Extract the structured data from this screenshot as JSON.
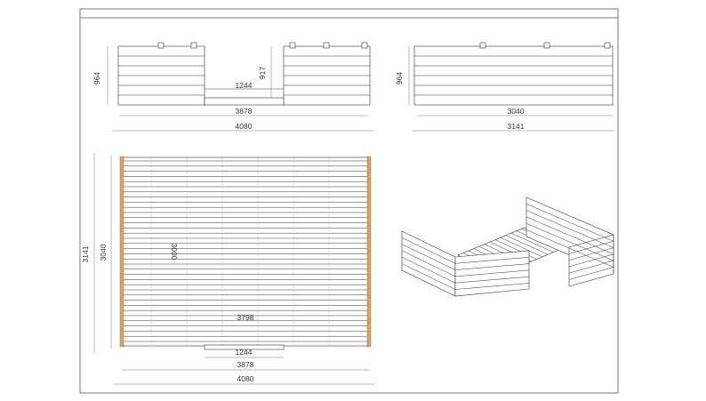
{
  "views": {
    "front": {
      "height_label": "964",
      "inner_height_label": "917",
      "opening_label": "1244",
      "inner_width_label": "3878",
      "outer_width_label": "4080"
    },
    "side": {
      "height_label": "964",
      "inner_width_label": "3040",
      "outer_width_label": "3141"
    },
    "plan": {
      "depth_outer_label": "3141",
      "depth_inner_label": "3040",
      "board_span_label": "3000",
      "board_length_label": "3798",
      "opening_label": "1244",
      "inner_width_label": "3878",
      "outer_width_label": "4080"
    }
  },
  "colors": {
    "line": "#333333",
    "frame": "#555555",
    "post": "#d9a566"
  }
}
